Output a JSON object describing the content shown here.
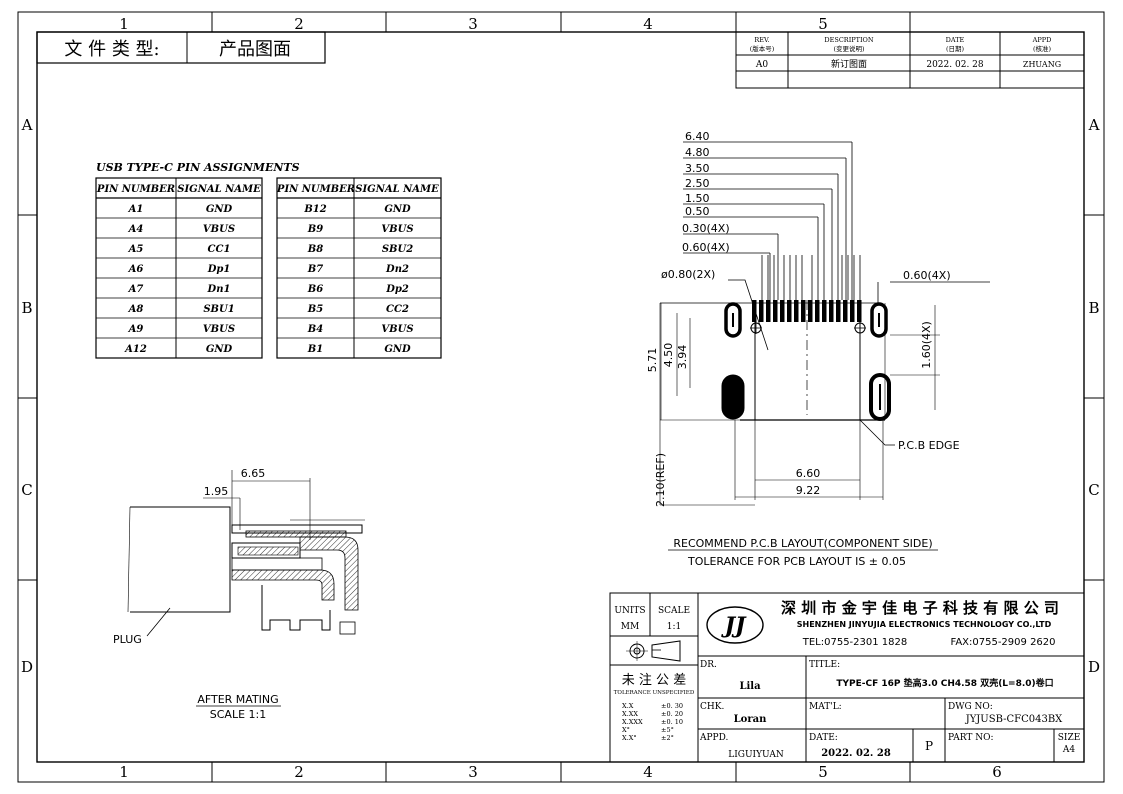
{
  "zones": {
    "cols": [
      "1",
      "2",
      "3",
      "4",
      "5",
      "6"
    ],
    "rows": [
      "A",
      "B",
      "C",
      "D"
    ]
  },
  "file_type": {
    "label": "文 件 类 型:",
    "value": "产品图面"
  },
  "revision": {
    "headers": [
      "REV.",
      "(版本号)",
      "DESCRIPTION",
      "(变更说明)",
      "DATE",
      "(日期)",
      "APPD",
      "(核准)"
    ],
    "row": {
      "rev": "A0",
      "desc": "新订图面",
      "date": "2022. 02. 28",
      "appd": "ZHUANG"
    }
  },
  "pin_table": {
    "title": "USB TYPE-C PIN ASSIGNMENTS",
    "headers": [
      "PIN NUMBER",
      "SIGNAL NAME"
    ],
    "left": [
      [
        "A1",
        "GND"
      ],
      [
        "A4",
        "VBUS"
      ],
      [
        "A5",
        "CC1"
      ],
      [
        "A6",
        "Dp1"
      ],
      [
        "A7",
        "Dn1"
      ],
      [
        "A8",
        "SBU1"
      ],
      [
        "A9",
        "VBUS"
      ],
      [
        "A12",
        "GND"
      ]
    ],
    "right": [
      [
        "B12",
        "GND"
      ],
      [
        "B9",
        "VBUS"
      ],
      [
        "B8",
        "SBU2"
      ],
      [
        "B7",
        "Dn2"
      ],
      [
        "B6",
        "Dp2"
      ],
      [
        "B5",
        "CC2"
      ],
      [
        "B4",
        "VBUS"
      ],
      [
        "B1",
        "GND"
      ]
    ]
  },
  "pcb_layout": {
    "dims_top": [
      "6.40",
      "4.80",
      "3.50",
      "2.50",
      "1.50",
      "0.50",
      "0.30(4X)",
      "0.60(4X)"
    ],
    "hole_dim": "ø0.80(2X)",
    "right_top_dim": "0.60(4X)",
    "left_dims": [
      "5.71",
      "4.50",
      "3.94"
    ],
    "right_dim": "1.60(4X)",
    "ref_dim": "2.10(REF)",
    "pcb_edge": "P.C.B EDGE",
    "bottom_dims": [
      "6.60",
      "9.22"
    ],
    "caption1": "RECOMMEND P.C.B LAYOUT(COMPONENT SIDE)",
    "caption2": "TOLERANCE FOR PCB LAYOUT IS ± 0.05"
  },
  "mating": {
    "dim1": "6.65",
    "dim2": "1.95",
    "plug": "PLUG",
    "caption": "AFTER MATING",
    "scale": "SCALE 1:1"
  },
  "title_block": {
    "units_label": "UNITS",
    "units": "MM",
    "scale_label": "SCALE",
    "scale": "1:1",
    "tol_cn": "未 注 公 差",
    "tol_en": "TOLERANCE UNSPECIFIED",
    "tols": [
      [
        "X.X",
        "±0. 30"
      ],
      [
        "X.XX",
        "±0. 20"
      ],
      [
        "X.XXX",
        "±0. 10"
      ],
      [
        "X°",
        "±5°"
      ],
      [
        "X.X°",
        "±2°"
      ]
    ],
    "logo": "JJ",
    "company_cn": "深 圳 市 金 宇 佳 电 子 科 技 有 限 公 司",
    "company_en": "SHENZHEN JINYUJIA ELECTRONICS TECHNOLOGY CO.,LTD",
    "tel": "TEL:0755-2301 1828",
    "fax": "FAX:0755-2909 2620",
    "dr_label": "DR.",
    "dr": "Lila",
    "chk_label": "CHK.",
    "chk": "Loran",
    "appd_label": "APPD.",
    "appd": "LIGUIYUAN",
    "title_label": "TITLE:",
    "title": "TYPE-CF 16P 垫高3.0 CH4.58 双壳(L=8.0)卷口",
    "mat_label": "MAT'L:",
    "dwg_label": "DWG NO:",
    "dwg": "JYJUSB-CFC043BX",
    "date_label": "DATE:",
    "date": "2022. 02. 28",
    "p": "P",
    "part_label": "PART NO:",
    "size_label": "SIZE",
    "size": "A4"
  }
}
